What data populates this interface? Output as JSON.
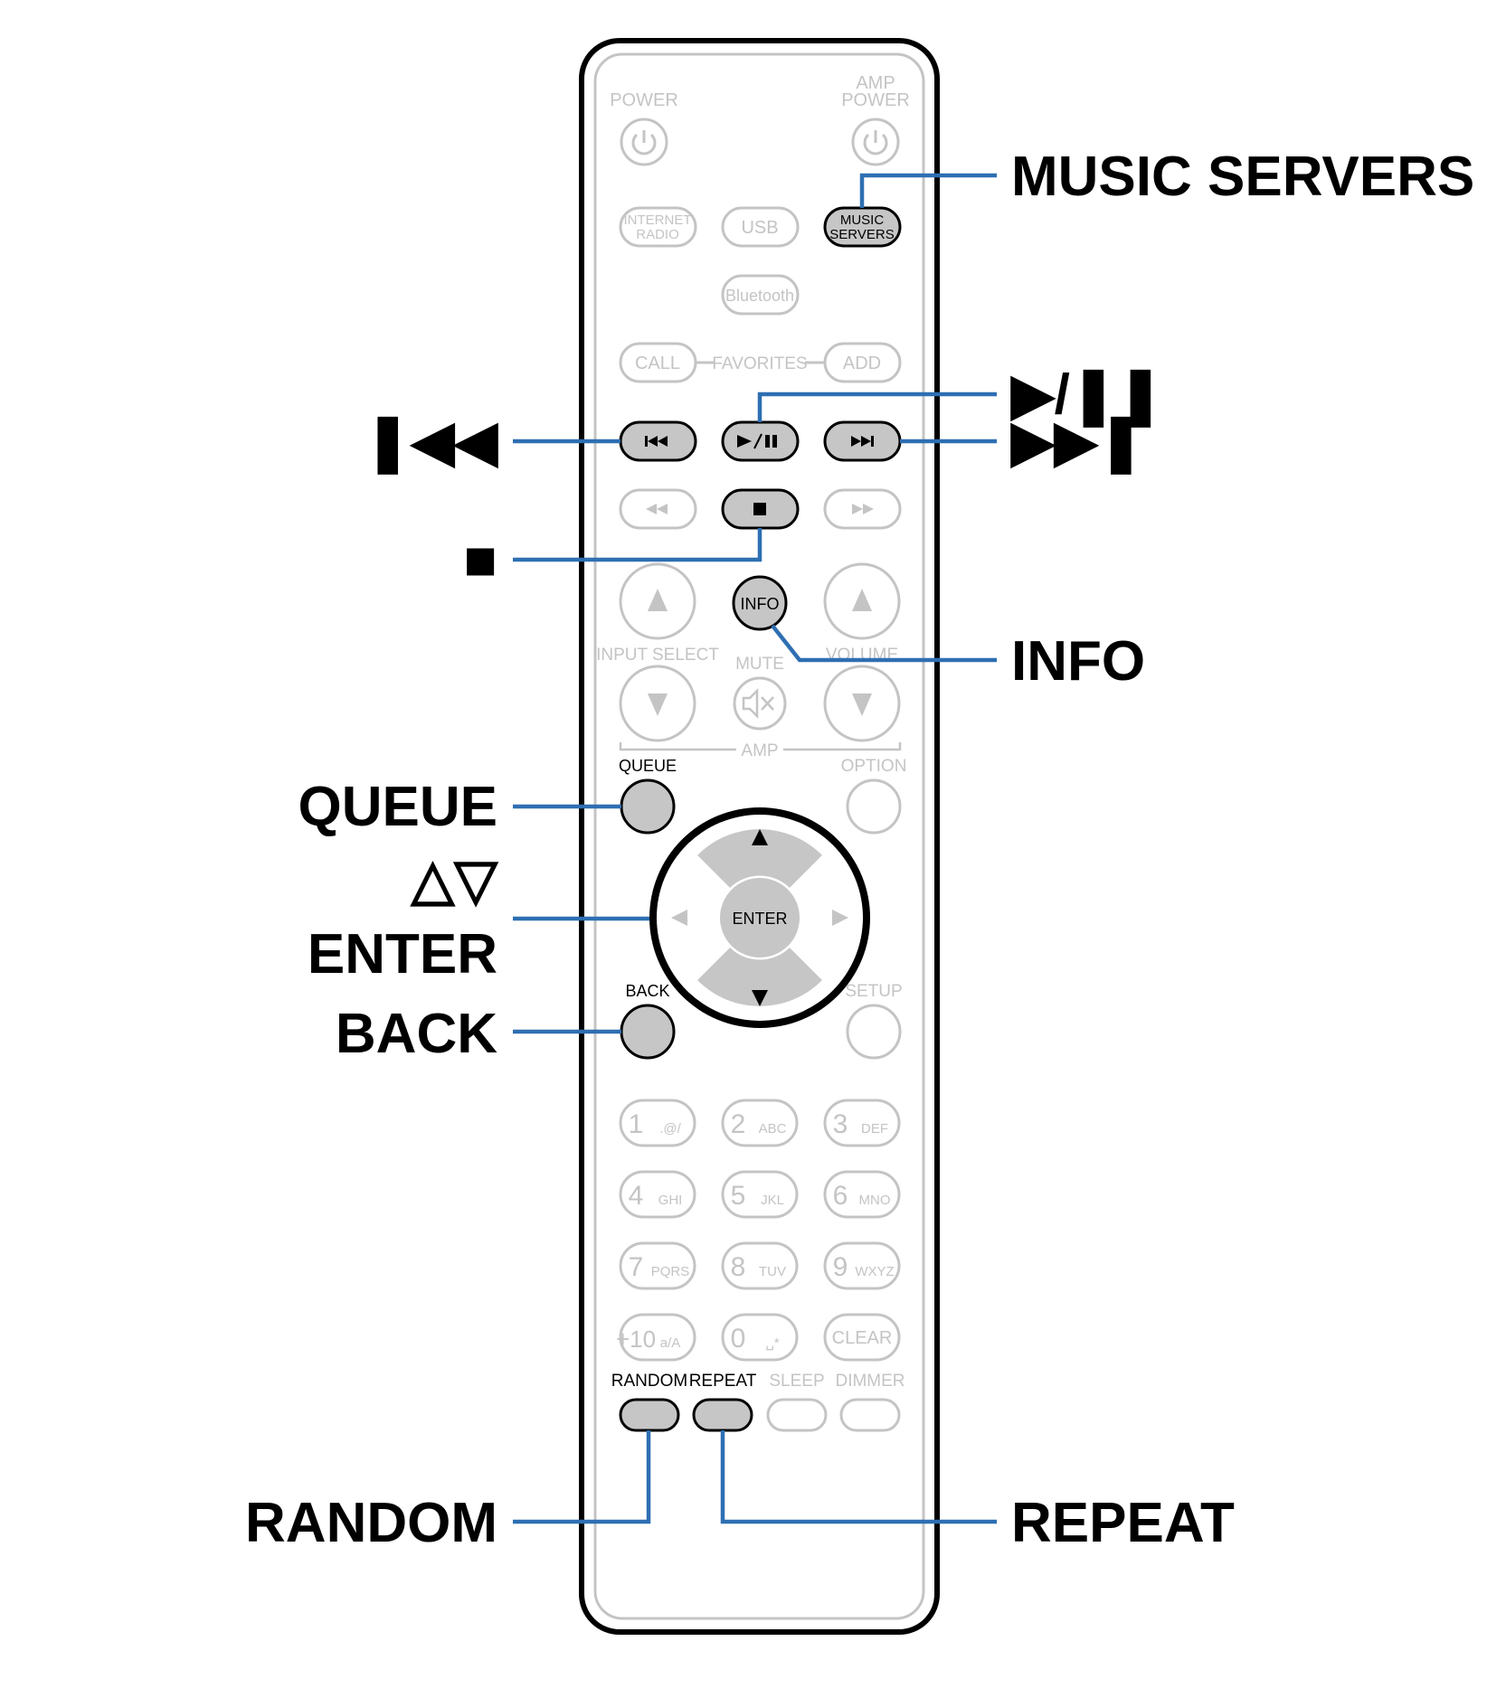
{
  "remote": {
    "top_labels": {
      "power": "POWER",
      "amp": "AMP",
      "amp_power": "POWER"
    },
    "source_buttons": {
      "internet_radio_l1": "INTERNET",
      "internet_radio_l2": "RADIO",
      "usb": "USB",
      "music_servers_l1": "MUSIC",
      "music_servers_l2": "SERVERS",
      "bluetooth": "Bluetooth"
    },
    "favorites": {
      "call": "CALL",
      "favorites": "FAVORITES",
      "add": "ADD"
    },
    "labels": {
      "info": "INFO",
      "input_select": "INPUT SELECT",
      "volume": "VOLUME",
      "mute": "MUTE",
      "amp": "AMP",
      "queue": "QUEUE",
      "option": "OPTION",
      "enter": "ENTER",
      "back": "BACK",
      "setup": "SETUP"
    },
    "numpad": [
      {
        "digit": "1",
        "letters": ".@/"
      },
      {
        "digit": "2",
        "letters": "ABC"
      },
      {
        "digit": "3",
        "letters": "DEF"
      },
      {
        "digit": "4",
        "letters": "GHI"
      },
      {
        "digit": "5",
        "letters": "JKL"
      },
      {
        "digit": "6",
        "letters": "MNO"
      },
      {
        "digit": "7",
        "letters": "PQRS"
      },
      {
        "digit": "8",
        "letters": "TUV"
      },
      {
        "digit": "9",
        "letters": "WXYZ"
      },
      {
        "digit": "+10",
        "letters": "a/A"
      },
      {
        "digit": "0",
        "letters": "␣*"
      },
      {
        "digit": "CLEAR",
        "letters": ""
      }
    ],
    "bottom_labels": {
      "random": "RANDOM",
      "repeat": "REPEAT",
      "sleep": "SLEEP",
      "dimmer": "DIMMER"
    }
  },
  "callouts": {
    "music_servers": "MUSIC SERVERS",
    "play_pause": "▶/❚❚",
    "previous": "❚◀◀",
    "next": "▶▶❚",
    "stop": "■",
    "info": "INFO",
    "queue": "QUEUE",
    "cursor_up_down": "△▽",
    "enter": "ENTER",
    "back": "BACK",
    "random": "RANDOM",
    "repeat": "REPEAT"
  },
  "colors": {
    "leader_line": "#2e6fb2",
    "highlight_button": "#c6c6c6",
    "inactive": "#c4c4c4"
  }
}
